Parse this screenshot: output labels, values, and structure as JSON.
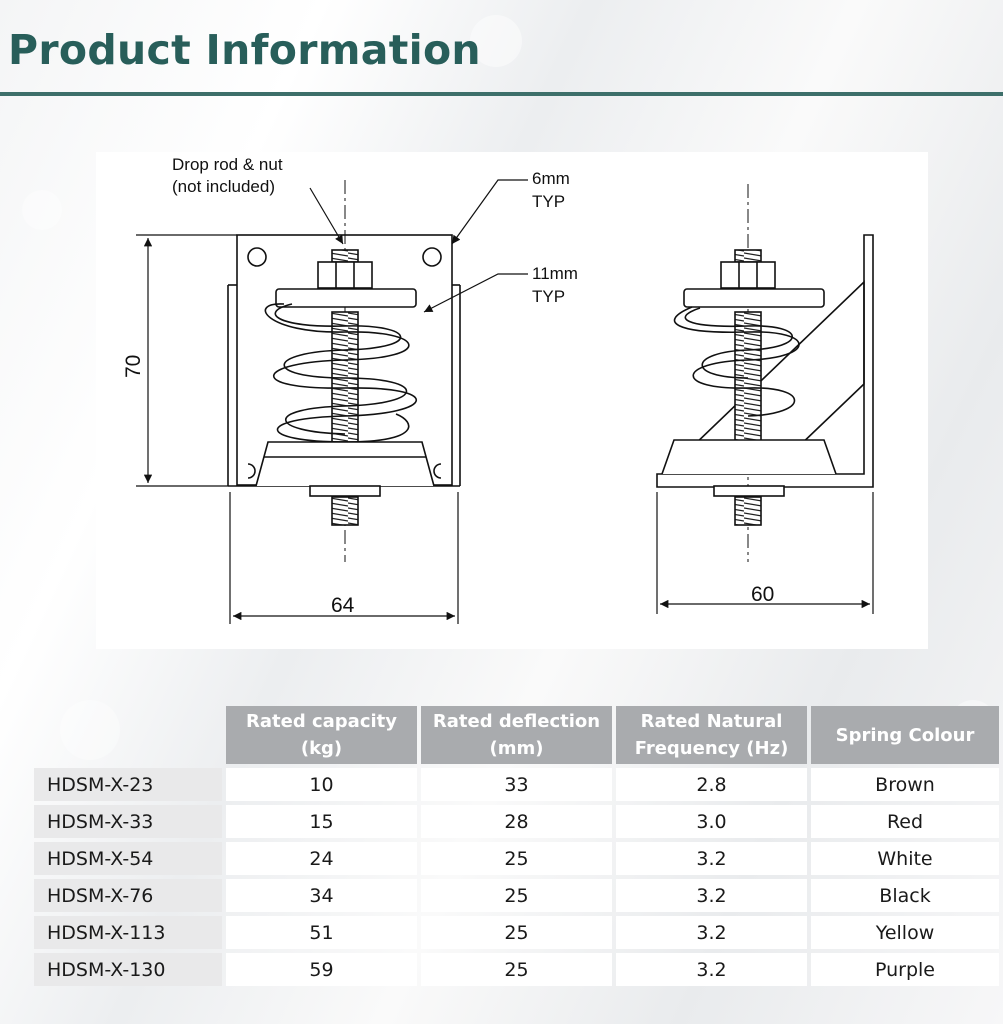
{
  "page": {
    "title": "Product Information"
  },
  "drawing": {
    "callout_rod": [
      "Drop rod  & nut",
      "(not included)"
    ],
    "callout_6mm": [
      "6mm",
      "TYP"
    ],
    "callout_11mm": [
      "11mm",
      "TYP"
    ],
    "dim_height": "70",
    "dim_width_front": "64",
    "dim_width_side": "60"
  },
  "table": {
    "headers": [
      [
        "Rated capacity",
        "(kg)"
      ],
      [
        "Rated deflection",
        "(mm)"
      ],
      [
        "Rated Natural",
        "Frequency (Hz)"
      ],
      [
        "Spring Colour"
      ]
    ],
    "rows": [
      {
        "model": "HDSM-X-23",
        "capacity": "10",
        "deflection": "33",
        "frequency": "2.8",
        "colour": "Brown"
      },
      {
        "model": "HDSM-X-33",
        "capacity": "15",
        "deflection": "28",
        "frequency": "3.0",
        "colour": "Red"
      },
      {
        "model": "HDSM-X-54",
        "capacity": "24",
        "deflection": "25",
        "frequency": "3.2",
        "colour": "White"
      },
      {
        "model": "HDSM-X-76",
        "capacity": "34",
        "deflection": "25",
        "frequency": "3.2",
        "colour": "Black"
      },
      {
        "model": "HDSM-X-113",
        "capacity": "51",
        "deflection": "25",
        "frequency": "3.2",
        "colour": "Yellow"
      },
      {
        "model": "HDSM-X-130",
        "capacity": "59",
        "deflection": "25",
        "frequency": "3.2",
        "colour": "Purple"
      }
    ]
  }
}
